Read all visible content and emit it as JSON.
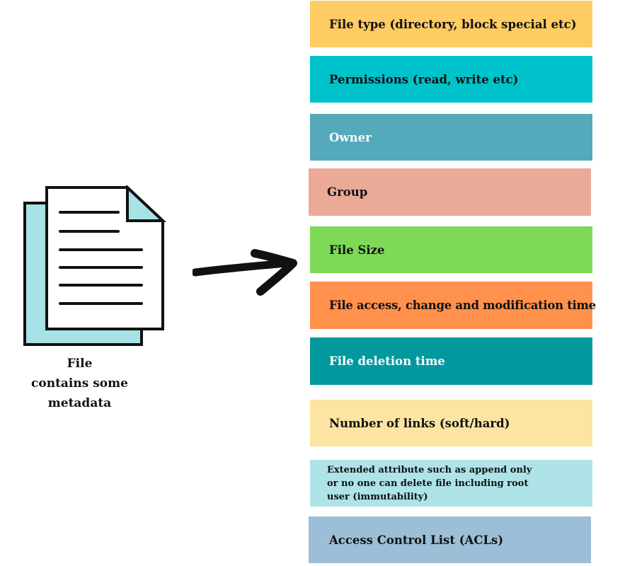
{
  "file_caption": {
    "line1": "File",
    "line2": "contains some",
    "line3": "metadata"
  },
  "metadata_items": [
    {
      "label": "File type (directory, block special etc)",
      "color": "#FFCB63"
    },
    {
      "label": "Permissions (read, write etc)",
      "color": "#00C2CB"
    },
    {
      "label": "Owner",
      "color": "#54A9BA"
    },
    {
      "label": "Group",
      "color": "#EBAA98"
    },
    {
      "label": "File Size",
      "color": "#7ED957"
    },
    {
      "label": "File access, change and modification time",
      "color": "#FF914D"
    },
    {
      "label": "File deletion time",
      "color": "#03989E"
    },
    {
      "label": "Number of links (soft/hard)",
      "color": "#FCE4A2"
    },
    {
      "label": "Extended attribute such as append only or no one can delete file including root user (immutability)",
      "color": "#AEE3E8"
    },
    {
      "label": "Access Control List (ACLs)",
      "color": "#9CBED6"
    }
  ],
  "icons": {
    "document": "document-stack-icon",
    "arrow": "right-arrow-icon"
  },
  "colors": {
    "document_back_fill": "#A6E2E6",
    "document_fold_fill": "#A6E2E6",
    "outline": "#111111"
  }
}
